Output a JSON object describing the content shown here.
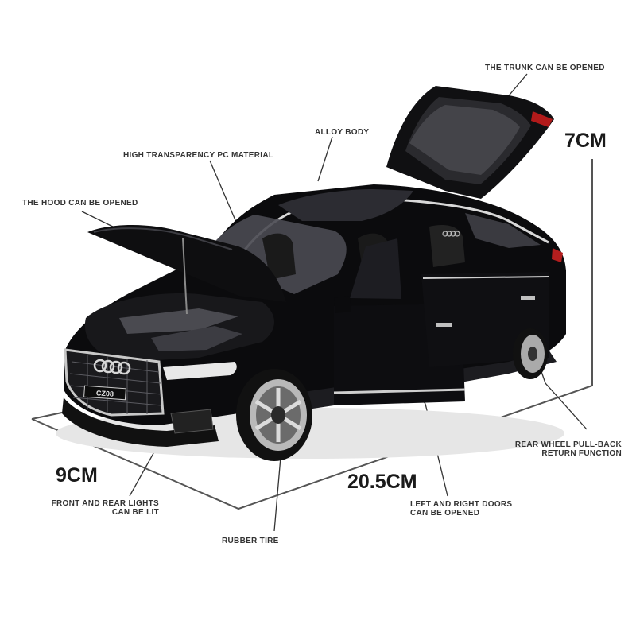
{
  "callouts": {
    "trunk": "THE TRUNK CAN BE OPENED",
    "alloy_body": "ALLOY BODY",
    "pc_material": "HIGH TRANSPARENCY PC MATERIAL",
    "hood": "THE HOOD CAN BE OPENED",
    "rear_wheel_line1": "REAR WHEEL PULL-BACK",
    "rear_wheel_line2": "RETURN FUNCTION",
    "lights_line1": "FRONT AND REAR LIGHTS",
    "lights_line2": "CAN BE LIT",
    "doors_line1": "LEFT AND RIGHT DOORS",
    "doors_line2": "CAN BE OPENED",
    "tire": "RUBBER TIRE"
  },
  "dimensions": {
    "height": "7CM",
    "width": "9CM",
    "length": "20.5CM"
  },
  "car": {
    "plate": "CZ08",
    "brand_mark": "four-rings-logo",
    "body_color": "#0b0b0d"
  }
}
